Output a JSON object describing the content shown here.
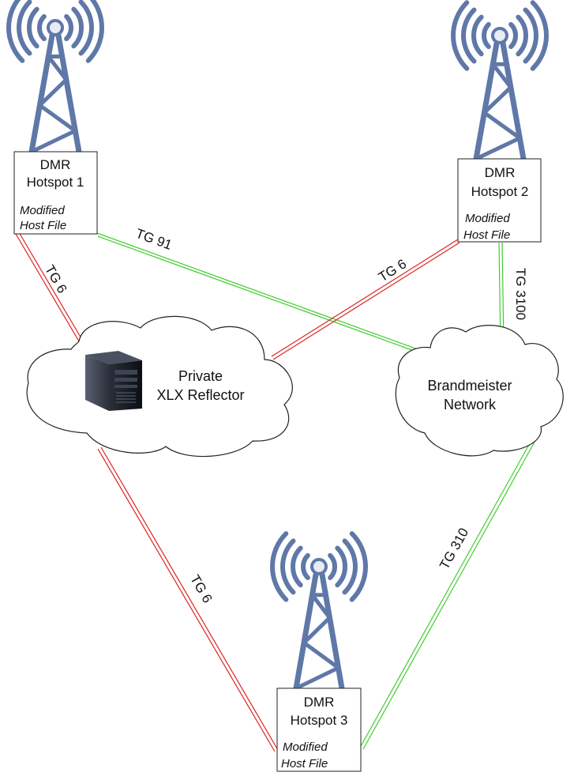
{
  "colors": {
    "tower": "#5f78a8",
    "link_red": "#dd2222",
    "link_green": "#44cc33",
    "box_stroke": "#222222"
  },
  "hotspots": [
    {
      "id": "hs1",
      "line1": "DMR",
      "line2": "Hotspot 1",
      "note1": "Modified",
      "note2": "Host File"
    },
    {
      "id": "hs2",
      "line1": "DMR",
      "line2": "Hotspot 2",
      "note1": "Modified",
      "note2": "Host File"
    },
    {
      "id": "hs3",
      "line1": "DMR",
      "line2": "Hotspot 3",
      "note1": "Modified",
      "note2": "Host File"
    }
  ],
  "clouds": {
    "xlx": {
      "line1": "Private",
      "line2": "XLX Reflector",
      "icon": "server-icon"
    },
    "bm": {
      "line1": "Brandmeister",
      "line2": "Network"
    }
  },
  "links": [
    {
      "id": "hs1-xlx",
      "label": "TG 6",
      "color": "red"
    },
    {
      "id": "hs1-bm",
      "label": "TG 91",
      "color": "green"
    },
    {
      "id": "hs2-xlx",
      "label": "TG 6",
      "color": "red"
    },
    {
      "id": "hs2-bm",
      "label": "TG 3100",
      "color": "green"
    },
    {
      "id": "xlx-hs3",
      "label": "TG 6",
      "color": "red"
    },
    {
      "id": "bm-hs3",
      "label": "TG 310",
      "color": "green"
    }
  ]
}
